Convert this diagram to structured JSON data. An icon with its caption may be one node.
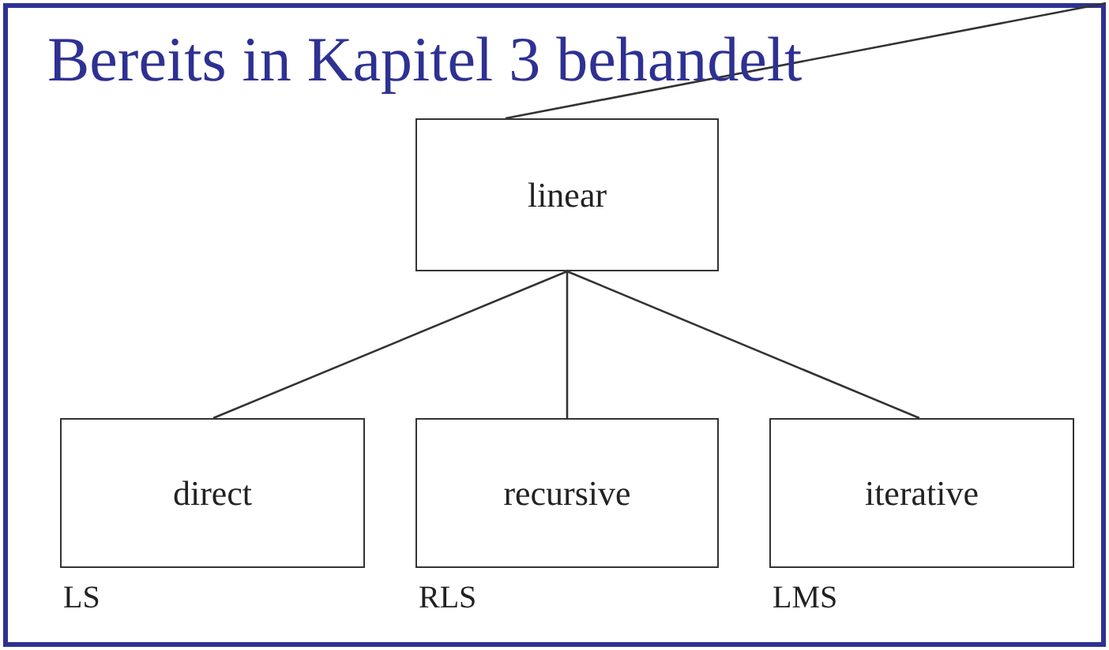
{
  "diagram": {
    "title": "Bereits in Kapitel 3 behandelt",
    "nodes": [
      {
        "text": [
          "linear"
        ]
      },
      {
        "text": [
          "direct"
        ],
        "beside": [
          "LS"
        ]
      },
      {
        "text": [
          "recursive"
        ],
        "beside": [
          "RLS"
        ]
      },
      {
        "text": [
          "iterative"
        ],
        "beside": [
          "LMS"
        ]
      }
    ],
    "edges": [
      {
        "from": null,
        "to": 0,
        "arrow": "none"
      },
      {
        "from": 0,
        "to": 1,
        "arrow": "none"
      },
      {
        "from": 0,
        "to": 2,
        "arrow": "none"
      },
      {
        "from": 0,
        "to": 3,
        "arrow": "none"
      }
    ]
  }
}
